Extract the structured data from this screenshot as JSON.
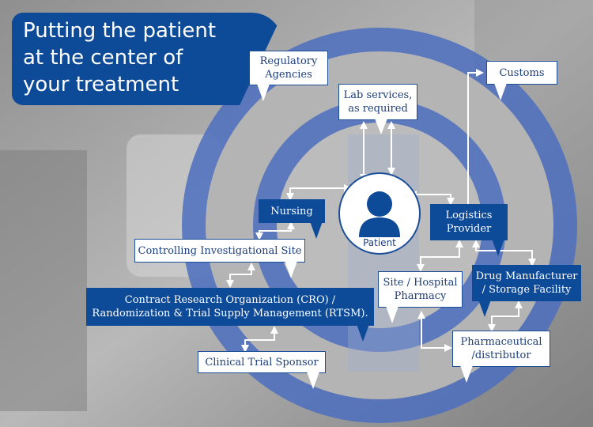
{
  "title": "Putting the patient\nat the center of\nyour treatment",
  "center": {
    "label": "Patient",
    "icon": "person-icon"
  },
  "nodes": {
    "regulatory": "Regulatory\nAgencies",
    "lab": "Lab services,\nas required",
    "customs": "Customs",
    "nursing": "Nursing",
    "logistics": "Logistics\nProvider",
    "controlling": "Controlling Investigational Site",
    "drug": "Drug Manufacturer\n/ Storage Facility",
    "site": "Site / Hospital\nPharmacy",
    "cro": "Contract Research Organization (CRO) /\nRandomization & Trial Supply Management (RTSM).",
    "pharma": "Pharmaceutical\n/distributor",
    "sponsor": "Clinical Trial Sponsor"
  },
  "colors": {
    "dark_blue": "#0d4a98",
    "ring_blue": "#4e6fc0",
    "text_blue": "#1c3e7c"
  }
}
